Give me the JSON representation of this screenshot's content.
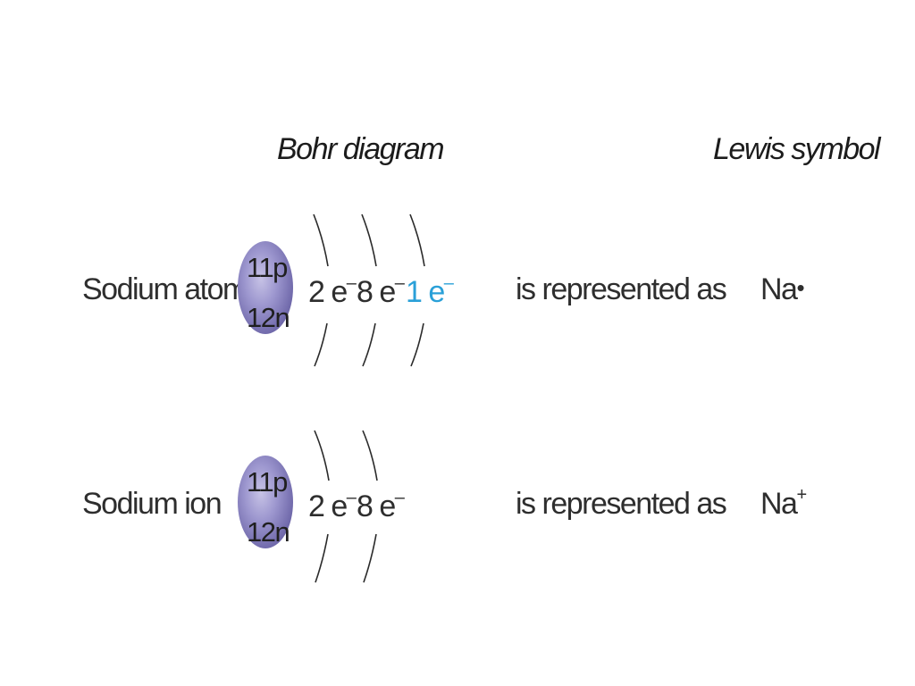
{
  "headers": {
    "bohr": "Bohr diagram",
    "lewis": "Lewis symbol"
  },
  "rows": [
    {
      "label": "Sodium atom",
      "nucleus": {
        "protons": "11p",
        "neutrons": "12n"
      },
      "shells": [
        "2 e",
        "8 e",
        "1 e"
      ],
      "shell_superscript": "–",
      "phrase": "is represented as",
      "lewis": {
        "symbol": "Na",
        "mark": "•"
      }
    },
    {
      "label": "Sodium ion",
      "nucleus": {
        "protons": "11p",
        "neutrons": "12n"
      },
      "shells": [
        "2 e",
        "8 e"
      ],
      "shell_superscript": "–",
      "phrase": "is represented as",
      "lewis": {
        "symbol": "Na",
        "mark": "+"
      }
    }
  ],
  "colors": {
    "valence_highlight": "#2aa0d8",
    "nucleus": "#8a84c0"
  }
}
